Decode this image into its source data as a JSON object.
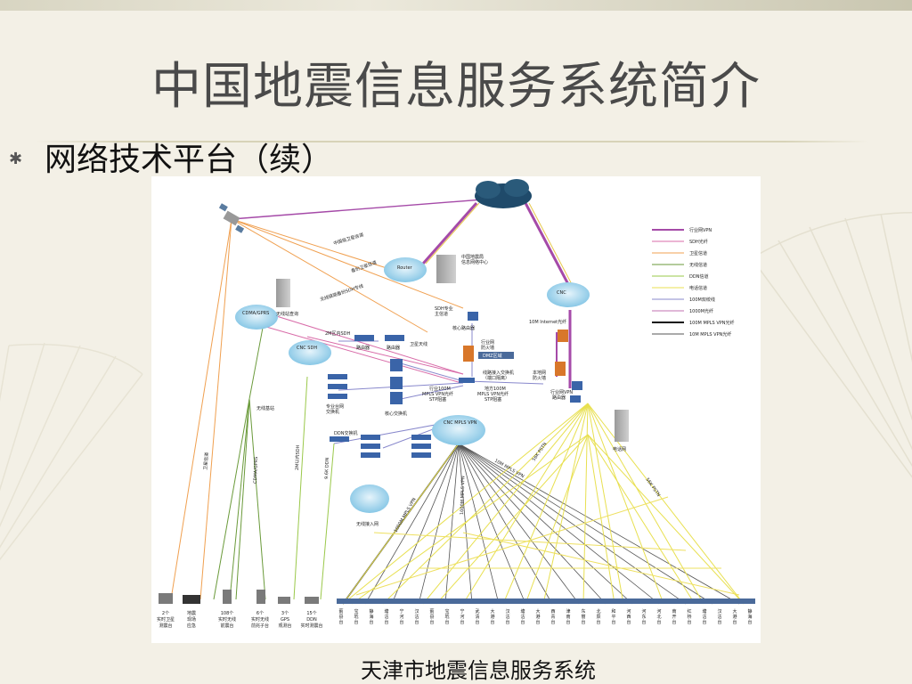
{
  "slide": {
    "title": "中国地震信息服务系统简介",
    "subtitle": "网络技术平台（续）",
    "bullet": "✱",
    "caption": "天津市地震信息服务系统"
  },
  "diagram": {
    "legend": [
      {
        "label": "行业网VPN",
        "color": "#a54aa8",
        "width": 2
      },
      {
        "label": "SDH光纤",
        "color": "#d86ba8",
        "width": 1
      },
      {
        "label": "卫星信道",
        "color": "#f0a050",
        "width": 1
      },
      {
        "label": "无线信道",
        "color": "#6a9a3a",
        "width": 1
      },
      {
        "label": "DDN信道",
        "color": "#9ac84a",
        "width": 1
      },
      {
        "label": "电话信道",
        "color": "#e8e050",
        "width": 1
      },
      {
        "label": "100M双绞线",
        "color": "#8888cc",
        "width": 1
      },
      {
        "label": "1000M光纤",
        "color": "#c070b0",
        "width": 1
      },
      {
        "label": "100M MPLS VPN光纤",
        "color": "#111111",
        "width": 2
      },
      {
        "label": "10M MPLS VPN光纤",
        "color": "#555555",
        "width": 1
      }
    ],
    "nodes": {
      "sat_channel_1": "中国局卫星信道",
      "sat_channel_2": "备份卫星信道",
      "data_center": "中国地震局\n信息网络中心",
      "sdh_main": "SDH专业\n主信道",
      "core_router": "核心路由器",
      "wireless_relay": "无线链路备份SDH专线",
      "wireless_station": "无线站查询",
      "sdh_2m": "2M区内SDH",
      "router_a": "路由器",
      "router_b": "路由器",
      "sat_dish": "卫星天线",
      "industry_fw": "行业网\n防火墙",
      "dmz": "DMZ区域",
      "line_access": "线路接入交换机\n（端口隔离）",
      "local_fw": "本地网\n防火墙",
      "internet": "10M Internet光纤",
      "ent_switch": "专业台网\n交换机",
      "core_switch": "核心交换机",
      "mpls_100_a": "行业100M\nMPLS VPN光纤\nSTP阻塞",
      "mpls_100_b": "地方100M\nMPLS VPN光纤\nSTP阻塞",
      "industry_router": "行业网VPN\n路由器",
      "wireless_base": "无线基站",
      "ddn_switch": "DDN交换机",
      "wireless_access": "无线接入网",
      "telecom": "电话网",
      "link_10m_mpls": "10M MPLS VPN",
      "link_1000_mpls": "1000M MPLS VPN",
      "link_10_mpls": "10M MPLS VPN",
      "pstn_a": "56K PSTN",
      "pstn_b": "56K PSTN",
      "sat_link_label": "卫星信道",
      "cdma_label": "CDMA/GPRS",
      "sdh_2m_label": "2M以内SDH",
      "ddn_9k_label": "9.6K DDN",
      "mpls_left": "1000M MPLS VPN"
    },
    "bottom_groups": [
      "2个\n实时卫星\n测震台",
      "地震\n现场\n应急",
      "108个\n实时无线\n前震台",
      "6个\n实时无线\n前兆子台",
      "3个\nGPS\n观测台",
      "15个\nDDN\n实时测震台"
    ],
    "stations": [
      "蓟县台",
      "宝坻台",
      "静海台",
      "塘沽台",
      "宁河台",
      "汉沽台",
      "蓟县台",
      "宝坻台",
      "宁河台",
      "武清台",
      "大港台",
      "汉沽台",
      "塘沽台",
      "大港台",
      "西青台",
      "津南台",
      "东丽台",
      "北辰台",
      "和平台",
      "河西台",
      "河东台",
      "河北台",
      "南开台",
      "红桥台",
      "塘沽台",
      "汉沽台",
      "大港台",
      "静海台"
    ]
  }
}
